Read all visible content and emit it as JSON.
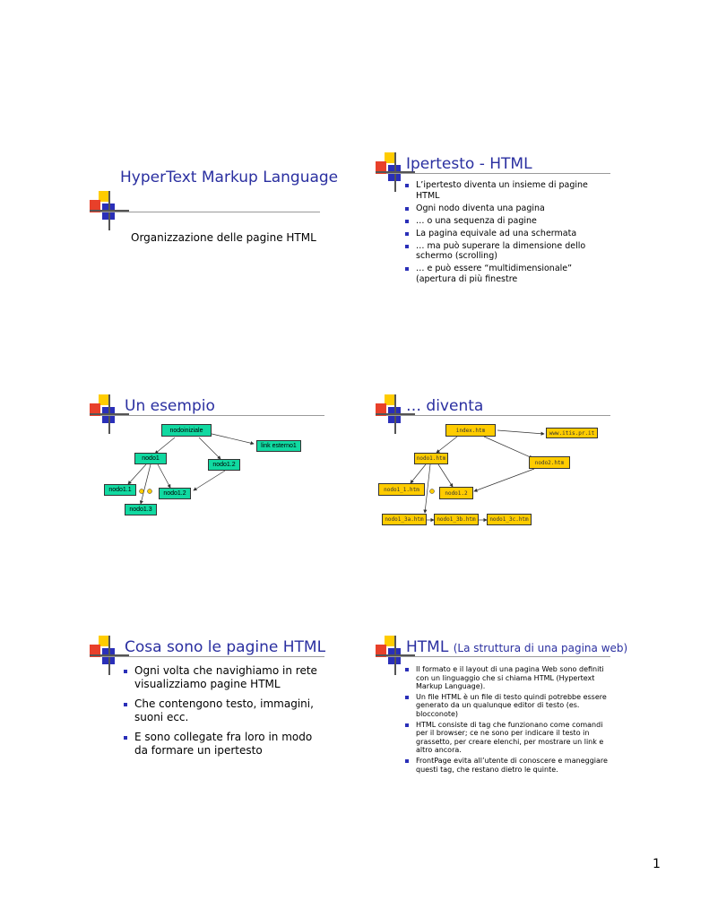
{
  "slides": {
    "s1": {
      "title": "HyperText Markup Language",
      "subtitle": "Organizzazione delle pagine HTML"
    },
    "s2": {
      "title": "Ipertesto - HTML",
      "bullets": [
        "L’ipertesto diventa un insieme di pagine HTML",
        "Ogni nodo diventa una pagina",
        "… o una sequenza di pagine",
        "La pagina equivale ad una schermata",
        "… ma può superare la dimensione dello schermo (scrolling)",
        "… e può essere “multidimensionale” (apertura di più finestre"
      ]
    },
    "s3": {
      "title": "Un esempio",
      "nodes": {
        "start": "nodoiniziale",
        "link": "link esterno1",
        "n1": "nodo1",
        "n2": "nodo1.2",
        "n11": "nodo1.1",
        "n12": "nodo1.2",
        "n13": "nodo1.3"
      }
    },
    "s4": {
      "title": "… diventa",
      "nodes": {
        "index": "index.htm",
        "ext": "www.itis.pr.it",
        "n1": "nodo1.htm",
        "n2": "nodo2.htm",
        "n11": "nodo1_1.htm",
        "n12": "nodo1.2",
        "n3a": "nodo1_3a.htm",
        "n3b": "nodo1_3b.htm",
        "n3c": "nodo1_3c.htm"
      }
    },
    "s5": {
      "title": "Cosa sono le pagine HTML",
      "bullets": [
        "Ogni volta che navighiamo in rete visualizziamo pagine HTML",
        "Che contengono testo, immagini, suoni ecc.",
        "E sono collegate fra loro in modo da formare un ipertesto"
      ]
    },
    "s6": {
      "title": "HTML",
      "title_sub": "(La struttura di una pagina web)",
      "bullets": [
        "Il formato e il layout di una pagina Web sono definiti con un linguaggio che si chiama HTML (Hypertext Markup Language).",
        "Un file HTML è un file di testo quindi potrebbe essere generato da un qualunque editor di testo (es. blocconote)",
        "HTML consiste di tag che funzionano come comandi per il browser; ce ne sono per indicare il testo in grassetto, per creare elenchi, per mostrare un link e altro ancora.",
        "FrontPage evita all’utente di conoscere e maneggiare questi tag, che restano dietro le quinte."
      ]
    }
  },
  "page_number": "1",
  "colors": {
    "title": "#2a2fa0",
    "node_green": "#11d9a1",
    "node_yellow": "#ffcc00",
    "bullet": "#2a2fb8"
  }
}
